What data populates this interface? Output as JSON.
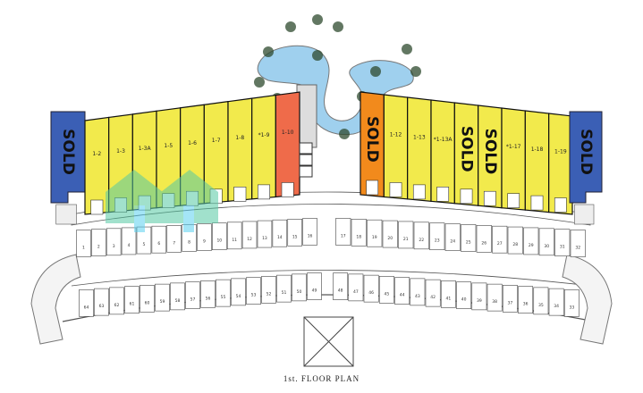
{
  "title": "1st. FLOOR PLAN",
  "colors": {
    "available": "#f2ea4c",
    "sold_blue": "#3b5fb5",
    "sold_orange": "#f28a1c",
    "reserved_red": "#ef6b4a",
    "pool": "#9fd0ee",
    "plant": "#2e4a2e"
  },
  "left_wing": {
    "end_unit": {
      "label": "SOLD",
      "color": "#3b5fb5"
    },
    "units": [
      {
        "label": "1-2",
        "status": "available"
      },
      {
        "label": "1-3",
        "status": "available"
      },
      {
        "label": "1-3A",
        "status": "available"
      },
      {
        "label": "1-5",
        "status": "available"
      },
      {
        "label": "1-6",
        "status": "available"
      },
      {
        "label": "1-7",
        "status": "available"
      },
      {
        "label": "1-8",
        "status": "available"
      },
      {
        "label": "*1-9",
        "status": "available"
      },
      {
        "label": "1-10",
        "status": "reserved_red"
      }
    ]
  },
  "right_wing": {
    "units": [
      {
        "label": "SOLD",
        "status": "sold_orange"
      },
      {
        "label": "1-12",
        "status": "available"
      },
      {
        "label": "1-13",
        "status": "available"
      },
      {
        "label": "*1-13A",
        "status": "available"
      },
      {
        "label": "SOLD",
        "status": "available_sold"
      },
      {
        "label": "SOLD",
        "status": "available_sold"
      },
      {
        "label": "*1-17",
        "status": "available"
      },
      {
        "label": "1-18",
        "status": "available"
      },
      {
        "label": "1-19",
        "status": "available"
      }
    ],
    "end_unit": {
      "label": "SOLD",
      "color": "#3b5fb5"
    }
  },
  "parking": {
    "upper_left": [
      "1",
      "2",
      "3",
      "4",
      "5",
      "6",
      "7",
      "8",
      "9",
      "10",
      "11",
      "12",
      "13",
      "14",
      "15",
      "16"
    ],
    "upper_right": [
      "17",
      "18",
      "19",
      "20",
      "21",
      "22",
      "23",
      "24",
      "25",
      "26",
      "27",
      "28",
      "29",
      "30",
      "31",
      "32"
    ],
    "lower_left": [
      "64",
      "63",
      "62",
      "61",
      "60",
      "59",
      "58",
      "57",
      "56",
      "55",
      "54",
      "53",
      "52",
      "51",
      "50",
      "49"
    ],
    "lower_right": [
      "48",
      "47",
      "46",
      "45",
      "44",
      "43",
      "42",
      "41",
      "40",
      "39",
      "38",
      "37",
      "36",
      "35",
      "34",
      "33"
    ]
  }
}
